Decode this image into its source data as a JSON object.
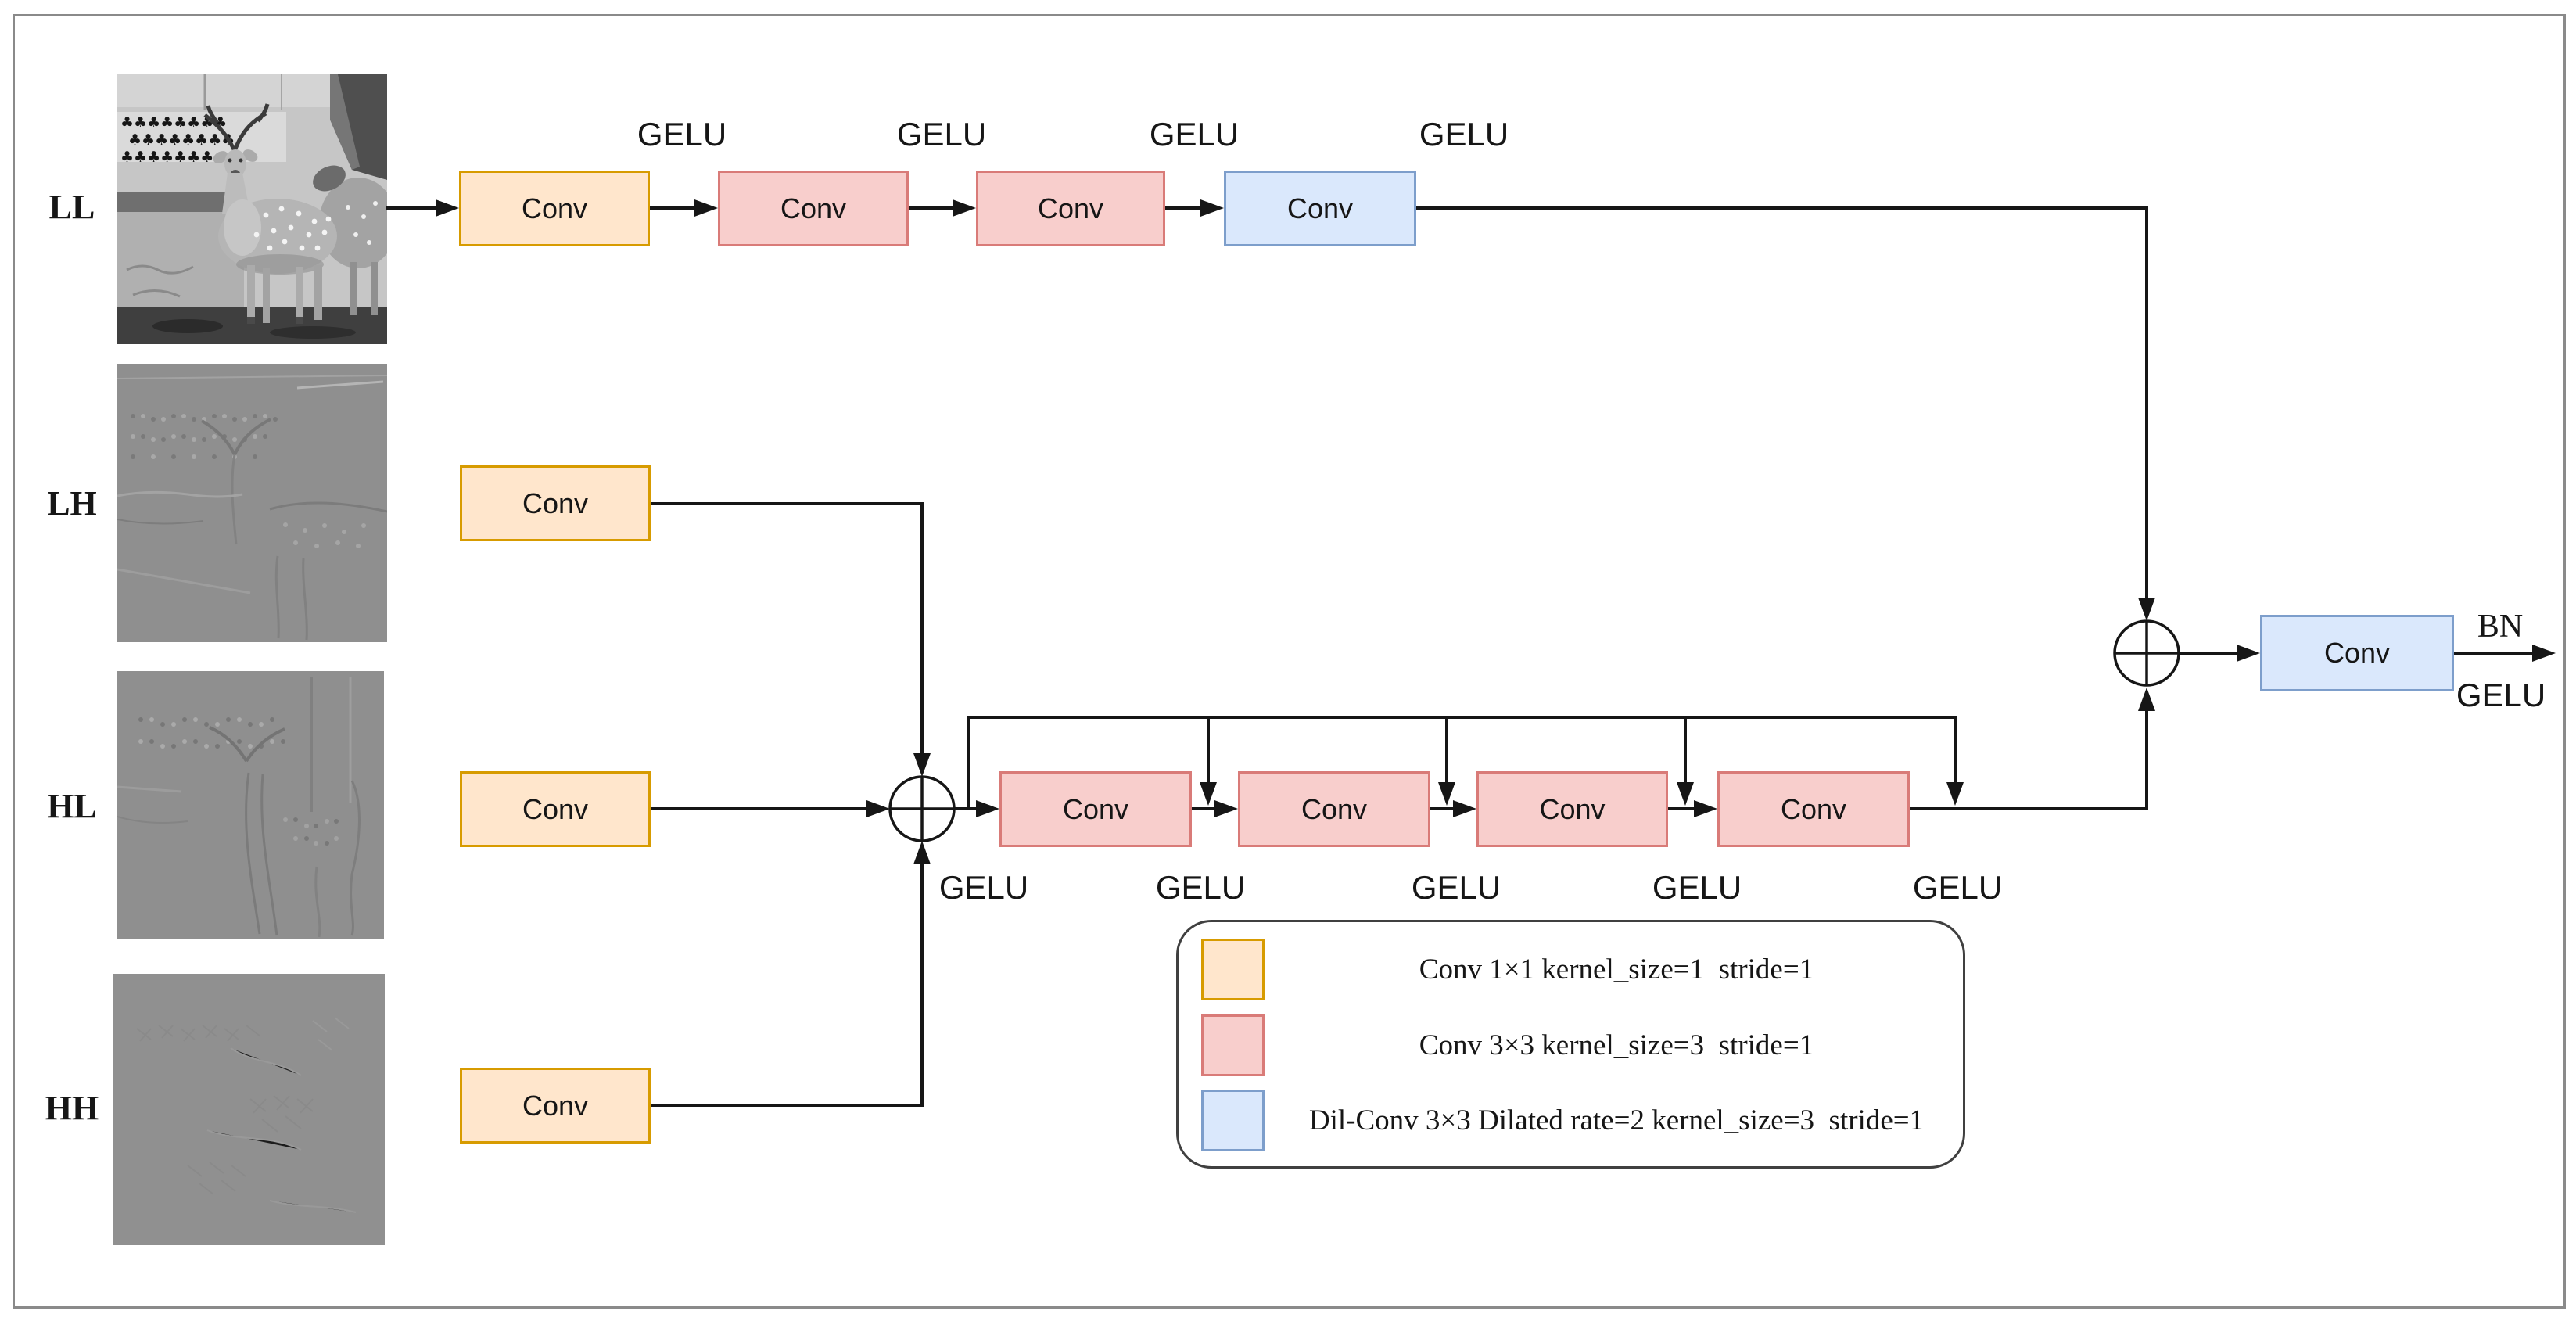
{
  "labels": {
    "conv": "Conv",
    "gelu": "GELU",
    "bn": "BN"
  },
  "inputs": [
    {
      "label": "LL"
    },
    {
      "label": "LH"
    },
    {
      "label": "HL"
    },
    {
      "label": "HH"
    }
  ],
  "legend": {
    "items": [
      {
        "text": "Conv 1×1 kernel_size=1  stride=1",
        "fill": "#ffe6cc",
        "stroke": "#d79b00"
      },
      {
        "text": "Conv 3×3 kernel_size=3  stride=1",
        "fill": "#f8cecc",
        "stroke": "#d97b78"
      },
      {
        "text": "Dil-Conv 3×3 Dilated rate=2 kernel_size=3  stride=1",
        "fill": "#dae8fc",
        "stroke": "#7d9ecb"
      }
    ]
  },
  "colors": {
    "conv1x1_fill": "#ffe6cc",
    "conv1x1_stroke": "#d79b00",
    "conv3x3_fill": "#f8cecc",
    "conv3x3_stroke": "#d97b78",
    "dilconv_fill": "#dae8fc",
    "dilconv_stroke": "#7d9ecb",
    "connector": "#161616",
    "frame_border": "#8a8a8a"
  }
}
